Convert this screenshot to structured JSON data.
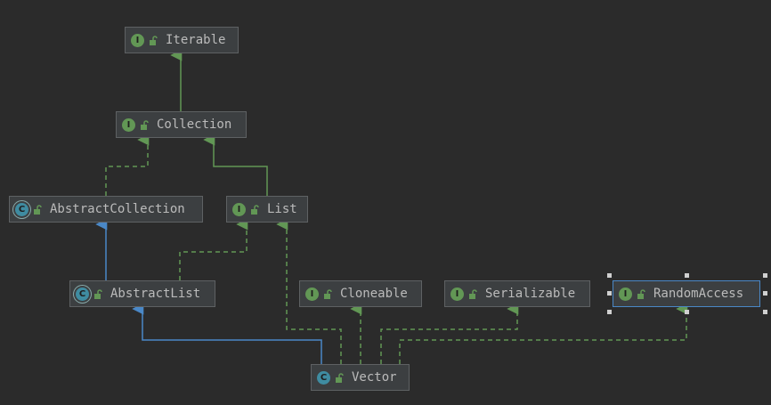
{
  "diagram": {
    "nodes": {
      "iterable": {
        "label": "Iterable",
        "kind": "I",
        "type": "interface"
      },
      "collection": {
        "label": "Collection",
        "kind": "I",
        "type": "interface"
      },
      "abstract_collection": {
        "label": "AbstractCollection",
        "kind": "C",
        "type": "abstract-class"
      },
      "list": {
        "label": "List",
        "kind": "I",
        "type": "interface"
      },
      "abstract_list": {
        "label": "AbstractList",
        "kind": "C",
        "type": "abstract-class"
      },
      "cloneable": {
        "label": "Cloneable",
        "kind": "I",
        "type": "interface"
      },
      "serializable": {
        "label": "Serializable",
        "kind": "I",
        "type": "interface"
      },
      "random_access": {
        "label": "RandomAccess",
        "kind": "I",
        "type": "interface"
      },
      "vector": {
        "label": "Vector",
        "kind": "C",
        "type": "class"
      }
    },
    "edges": [
      {
        "from": "collection",
        "to": "iterable",
        "relation": "extends-interface"
      },
      {
        "from": "abstract_collection",
        "to": "collection",
        "relation": "implements"
      },
      {
        "from": "list",
        "to": "collection",
        "relation": "extends-interface"
      },
      {
        "from": "abstract_list",
        "to": "abstract_collection",
        "relation": "extends-class"
      },
      {
        "from": "abstract_list",
        "to": "list",
        "relation": "implements"
      },
      {
        "from": "vector",
        "to": "abstract_list",
        "relation": "extends-class"
      },
      {
        "from": "vector",
        "to": "list",
        "relation": "implements"
      },
      {
        "from": "vector",
        "to": "cloneable",
        "relation": "implements"
      },
      {
        "from": "vector",
        "to": "serializable",
        "relation": "implements"
      },
      {
        "from": "vector",
        "to": "random_access",
        "relation": "implements"
      }
    ],
    "selected": "random_access",
    "colors": {
      "background": "#2b2b2b",
      "node_fill": "#3c3f41",
      "node_border": "#5e6163",
      "text": "#bbbbbb",
      "interface_badge": "#629755",
      "class_badge": "#3f8ca1",
      "extends_interface_edge": "#629755",
      "implements_edge": "#629755",
      "extends_class_edge": "#4a88c7",
      "selection": "#4a88c7"
    },
    "icons": {
      "interface_badge": "interface-icon",
      "class_badge": "class-icon",
      "abstract_badge": "abstract-class-icon",
      "visibility": "public-lock-icon"
    }
  }
}
